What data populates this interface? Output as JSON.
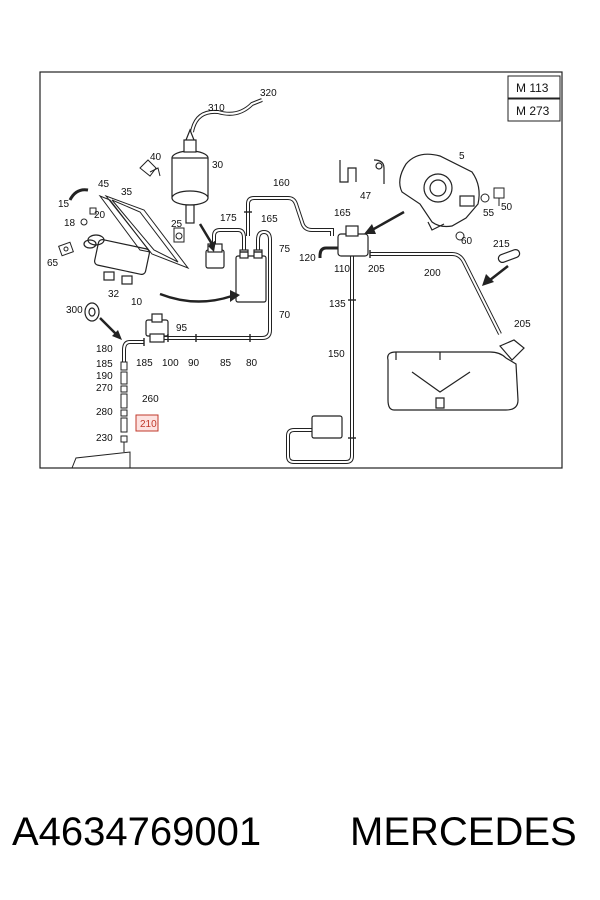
{
  "engine_codes": [
    "M 113",
    "M 273"
  ],
  "highlighted_label": "210",
  "labels": {
    "l5": "5",
    "l10": "10",
    "l15": "15",
    "l18": "18",
    "l20": "20",
    "l25": "25",
    "l30": "30",
    "l32": "32",
    "l35": "35",
    "l40": "40",
    "l45": "45",
    "l47": "47",
    "l50": "50",
    "l55": "55",
    "l60": "60",
    "l65": "65",
    "l70": "70",
    "l75": "75",
    "l80": "80",
    "l85": "85",
    "l90": "90",
    "l95": "95",
    "l100": "100",
    "l110": "110",
    "l120": "120",
    "l135": "135",
    "l150": "150",
    "l160": "160",
    "l165a": "165",
    "l165b": "165",
    "l175": "175",
    "l180": "180",
    "l185a": "185",
    "l185b": "185",
    "l190": "190",
    "l200": "200",
    "l205a": "205",
    "l205b": "205",
    "l215": "215",
    "l230": "230",
    "l260": "260",
    "l270": "270",
    "l280": "280",
    "l300": "300",
    "l310": "310",
    "l320": "320"
  },
  "footer": {
    "part_number": "A4634769001",
    "brand": "MERCEDES"
  }
}
